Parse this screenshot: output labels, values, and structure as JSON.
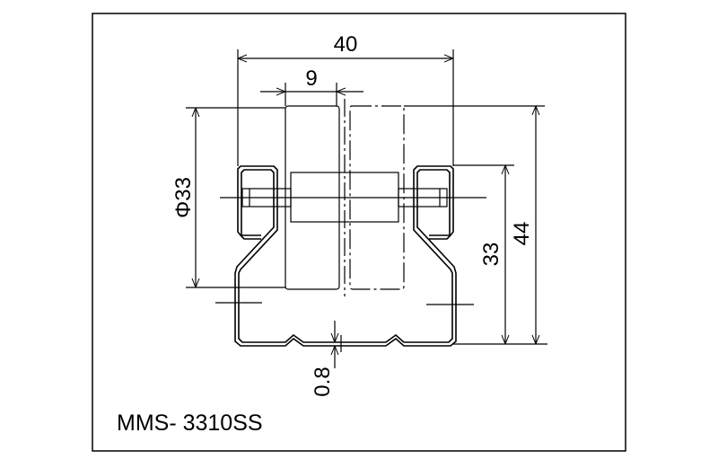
{
  "drawing": {
    "model_label": "MMS- 3310SS",
    "dimensions": {
      "overall_width": "40",
      "roller_width": "9",
      "roller_diameter": "Φ33",
      "frame_height": "33",
      "overall_height": "44",
      "thickness": "0.8"
    }
  }
}
